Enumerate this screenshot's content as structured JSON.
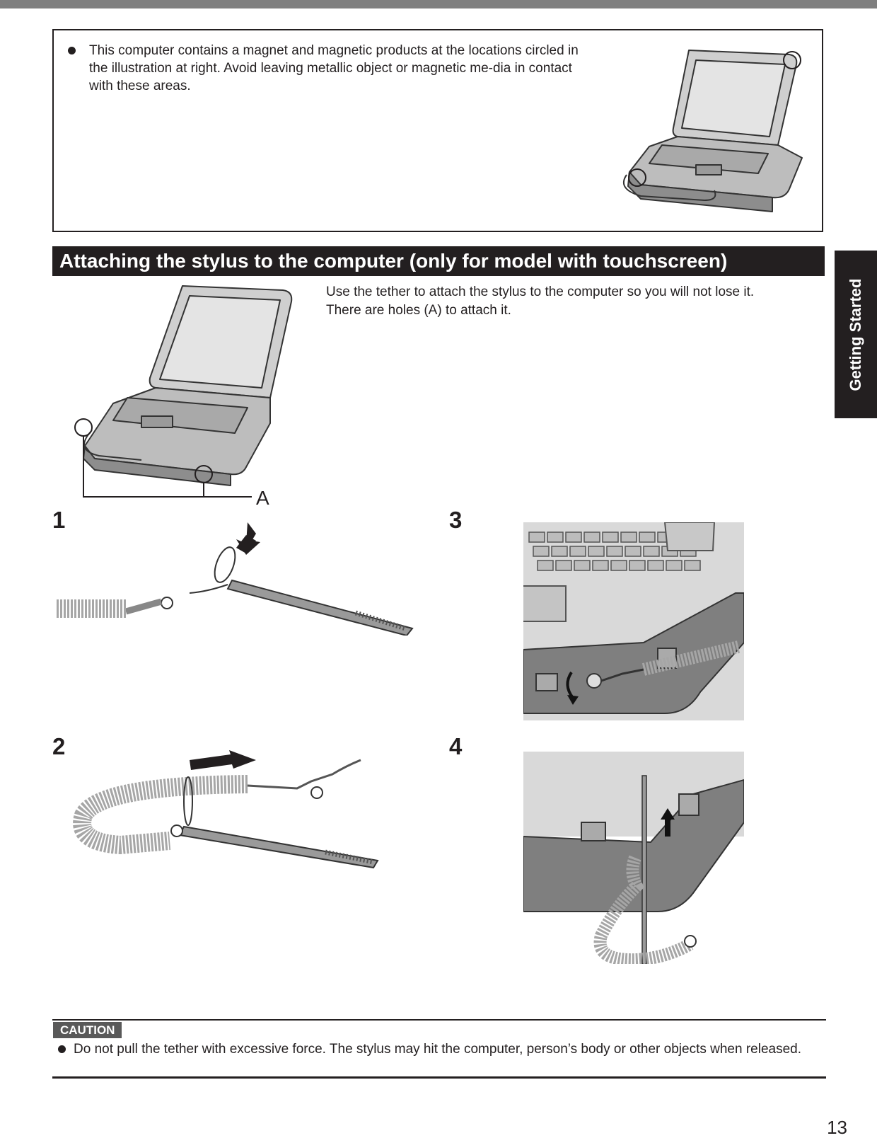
{
  "notice": {
    "text": "This computer contains a magnet and magnetic products at the locations circled in the illustration at right. Avoid leaving metallic object or magnetic me-dia in contact with these areas."
  },
  "section": {
    "heading": "Attaching the stylus to the computer (only for model with touchscreen)"
  },
  "side_tab": "Getting Started",
  "intro": {
    "line1": "Use the tether to attach the stylus to the computer so you will not lose it.",
    "line2": "There are holes (A) to attach it."
  },
  "callout_label": "A",
  "steps": [
    "1",
    "2",
    "3",
    "4"
  ],
  "caution": {
    "label": "CAUTION",
    "text": "Do not pull the tether with excessive force. The stylus may hit the computer, person’s body or other objects when released."
  },
  "page_number": "13"
}
